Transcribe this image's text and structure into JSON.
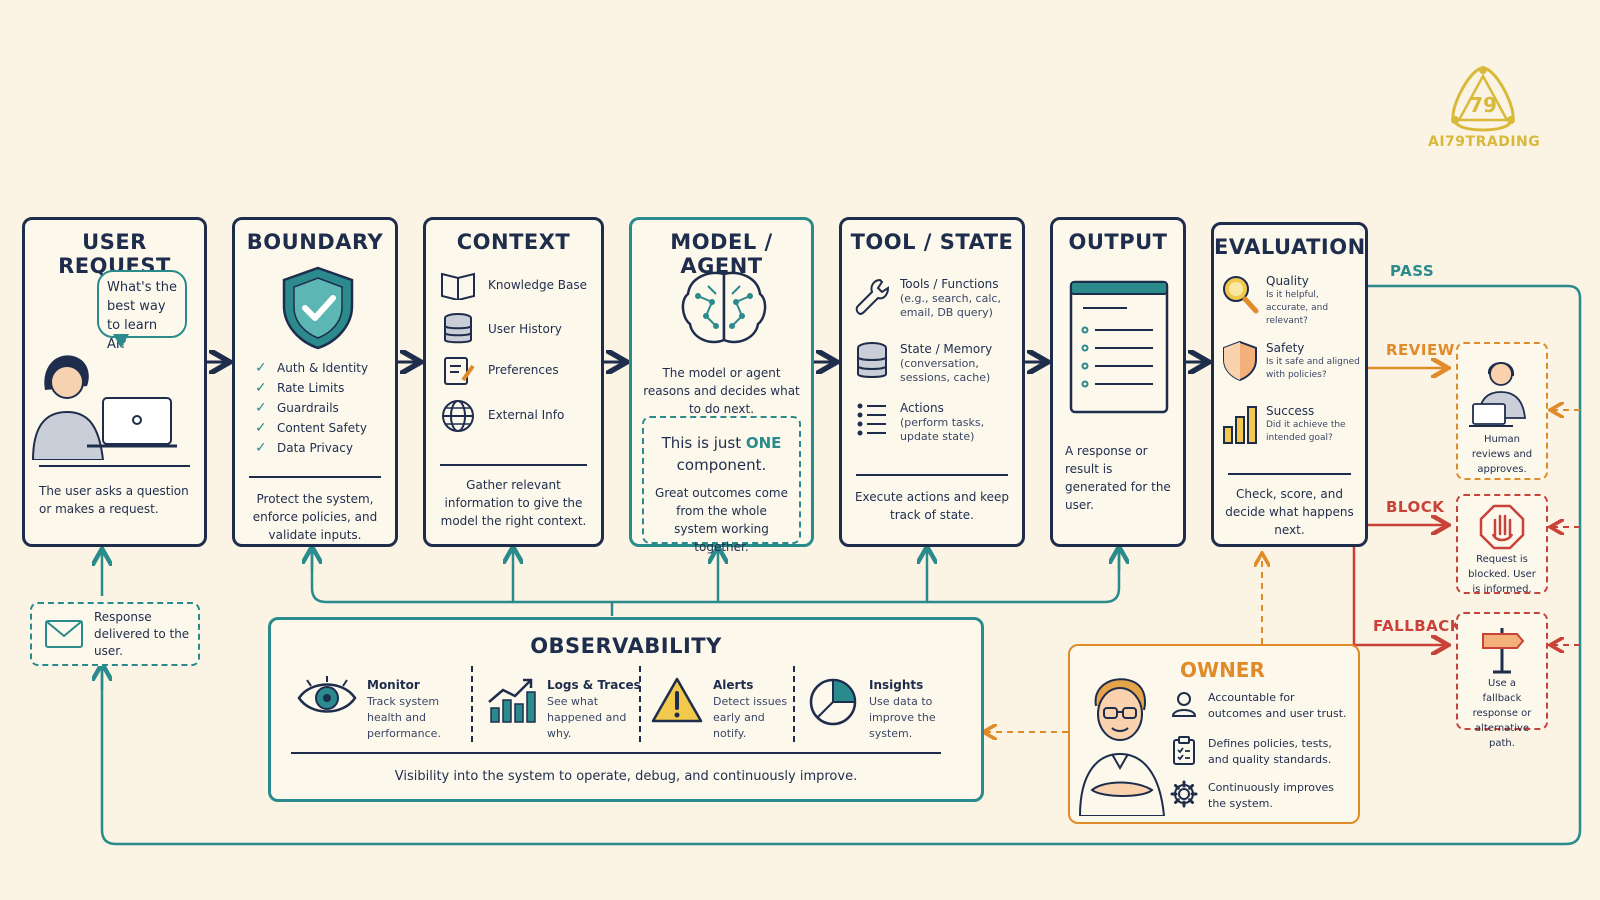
{
  "brand": {
    "logo_number": "79",
    "name": "AI79TRADING"
  },
  "user_request": {
    "title": "USER REQUEST",
    "bubble": "What's the best way to learn AI?",
    "desc": "The user asks a question or makes a request."
  },
  "boundary": {
    "title": "BOUNDARY",
    "items": [
      "Auth & Identity",
      "Rate Limits",
      "Guardrails",
      "Content Safety",
      "Data Privacy"
    ],
    "desc": "Protect the system, enforce policies, and validate inputs."
  },
  "context": {
    "title": "CONTEXT",
    "items": [
      "Knowledge Base",
      "User History",
      "Preferences",
      "External Info"
    ],
    "desc": "Gather relevant information to give the model the right context."
  },
  "model": {
    "title": "MODEL / AGENT",
    "desc": "The model or agent reasons and decides what to do next.",
    "note_prefix": "This is just ",
    "note_highlight": "ONE",
    "note_suffix": "component.",
    "note_desc": "Great outcomes come from the whole system working together."
  },
  "tool_state": {
    "title": "TOOL / STATE",
    "items": [
      {
        "label": "Tools / Functions",
        "sub": "(e.g., search, calc, email, DB query)"
      },
      {
        "label": "State / Memory",
        "sub": "(conversation, sessions, cache)"
      },
      {
        "label": "Actions",
        "sub": "(perform tasks, update state)"
      }
    ],
    "desc": "Execute actions and keep track of state."
  },
  "output": {
    "title": "OUTPUT",
    "desc": "A response or result is generated for the user."
  },
  "evaluation": {
    "title": "EVALUATION",
    "items": [
      {
        "label": "Quality",
        "sub": "Is it helpful, accurate, and relevant?"
      },
      {
        "label": "Safety",
        "sub": "Is it safe and aligned with policies?"
      },
      {
        "label": "Success",
        "sub": "Did it achieve the intended goal?"
      }
    ],
    "desc": "Check, score, and decide what happens next."
  },
  "outcomes": {
    "pass": {
      "label": "PASS"
    },
    "review": {
      "label": "REVIEW",
      "desc": "Human reviews and approves."
    },
    "block": {
      "label": "BLOCK",
      "desc": "Request is blocked. User is informed."
    },
    "fallback": {
      "label": "FALLBACK",
      "desc": "Use a fallback response or alternative path."
    }
  },
  "response": {
    "text": "Response delivered to the user."
  },
  "observability": {
    "title": "OBSERVABILITY",
    "items": [
      {
        "label": "Monitor",
        "sub": "Track system health and performance."
      },
      {
        "label": "Logs & Traces",
        "sub": "See what happened and why."
      },
      {
        "label": "Alerts",
        "sub": "Detect issues early and notify."
      },
      {
        "label": "Insights",
        "sub": "Use data to improve the system."
      }
    ],
    "footer": "Visibility into the system to operate, debug, and continuously improve."
  },
  "owner": {
    "title": "OWNER",
    "items": [
      "Accountable for outcomes and user trust.",
      "Defines policies, tests, and quality standards.",
      "Continuously improves the system."
    ]
  },
  "colors": {
    "navy": "#1f2d4d",
    "teal": "#2a8a8c",
    "orange": "#e08b2a",
    "red": "#c9423a",
    "gold": "#d8b93a",
    "background": "#fbf3e3"
  }
}
